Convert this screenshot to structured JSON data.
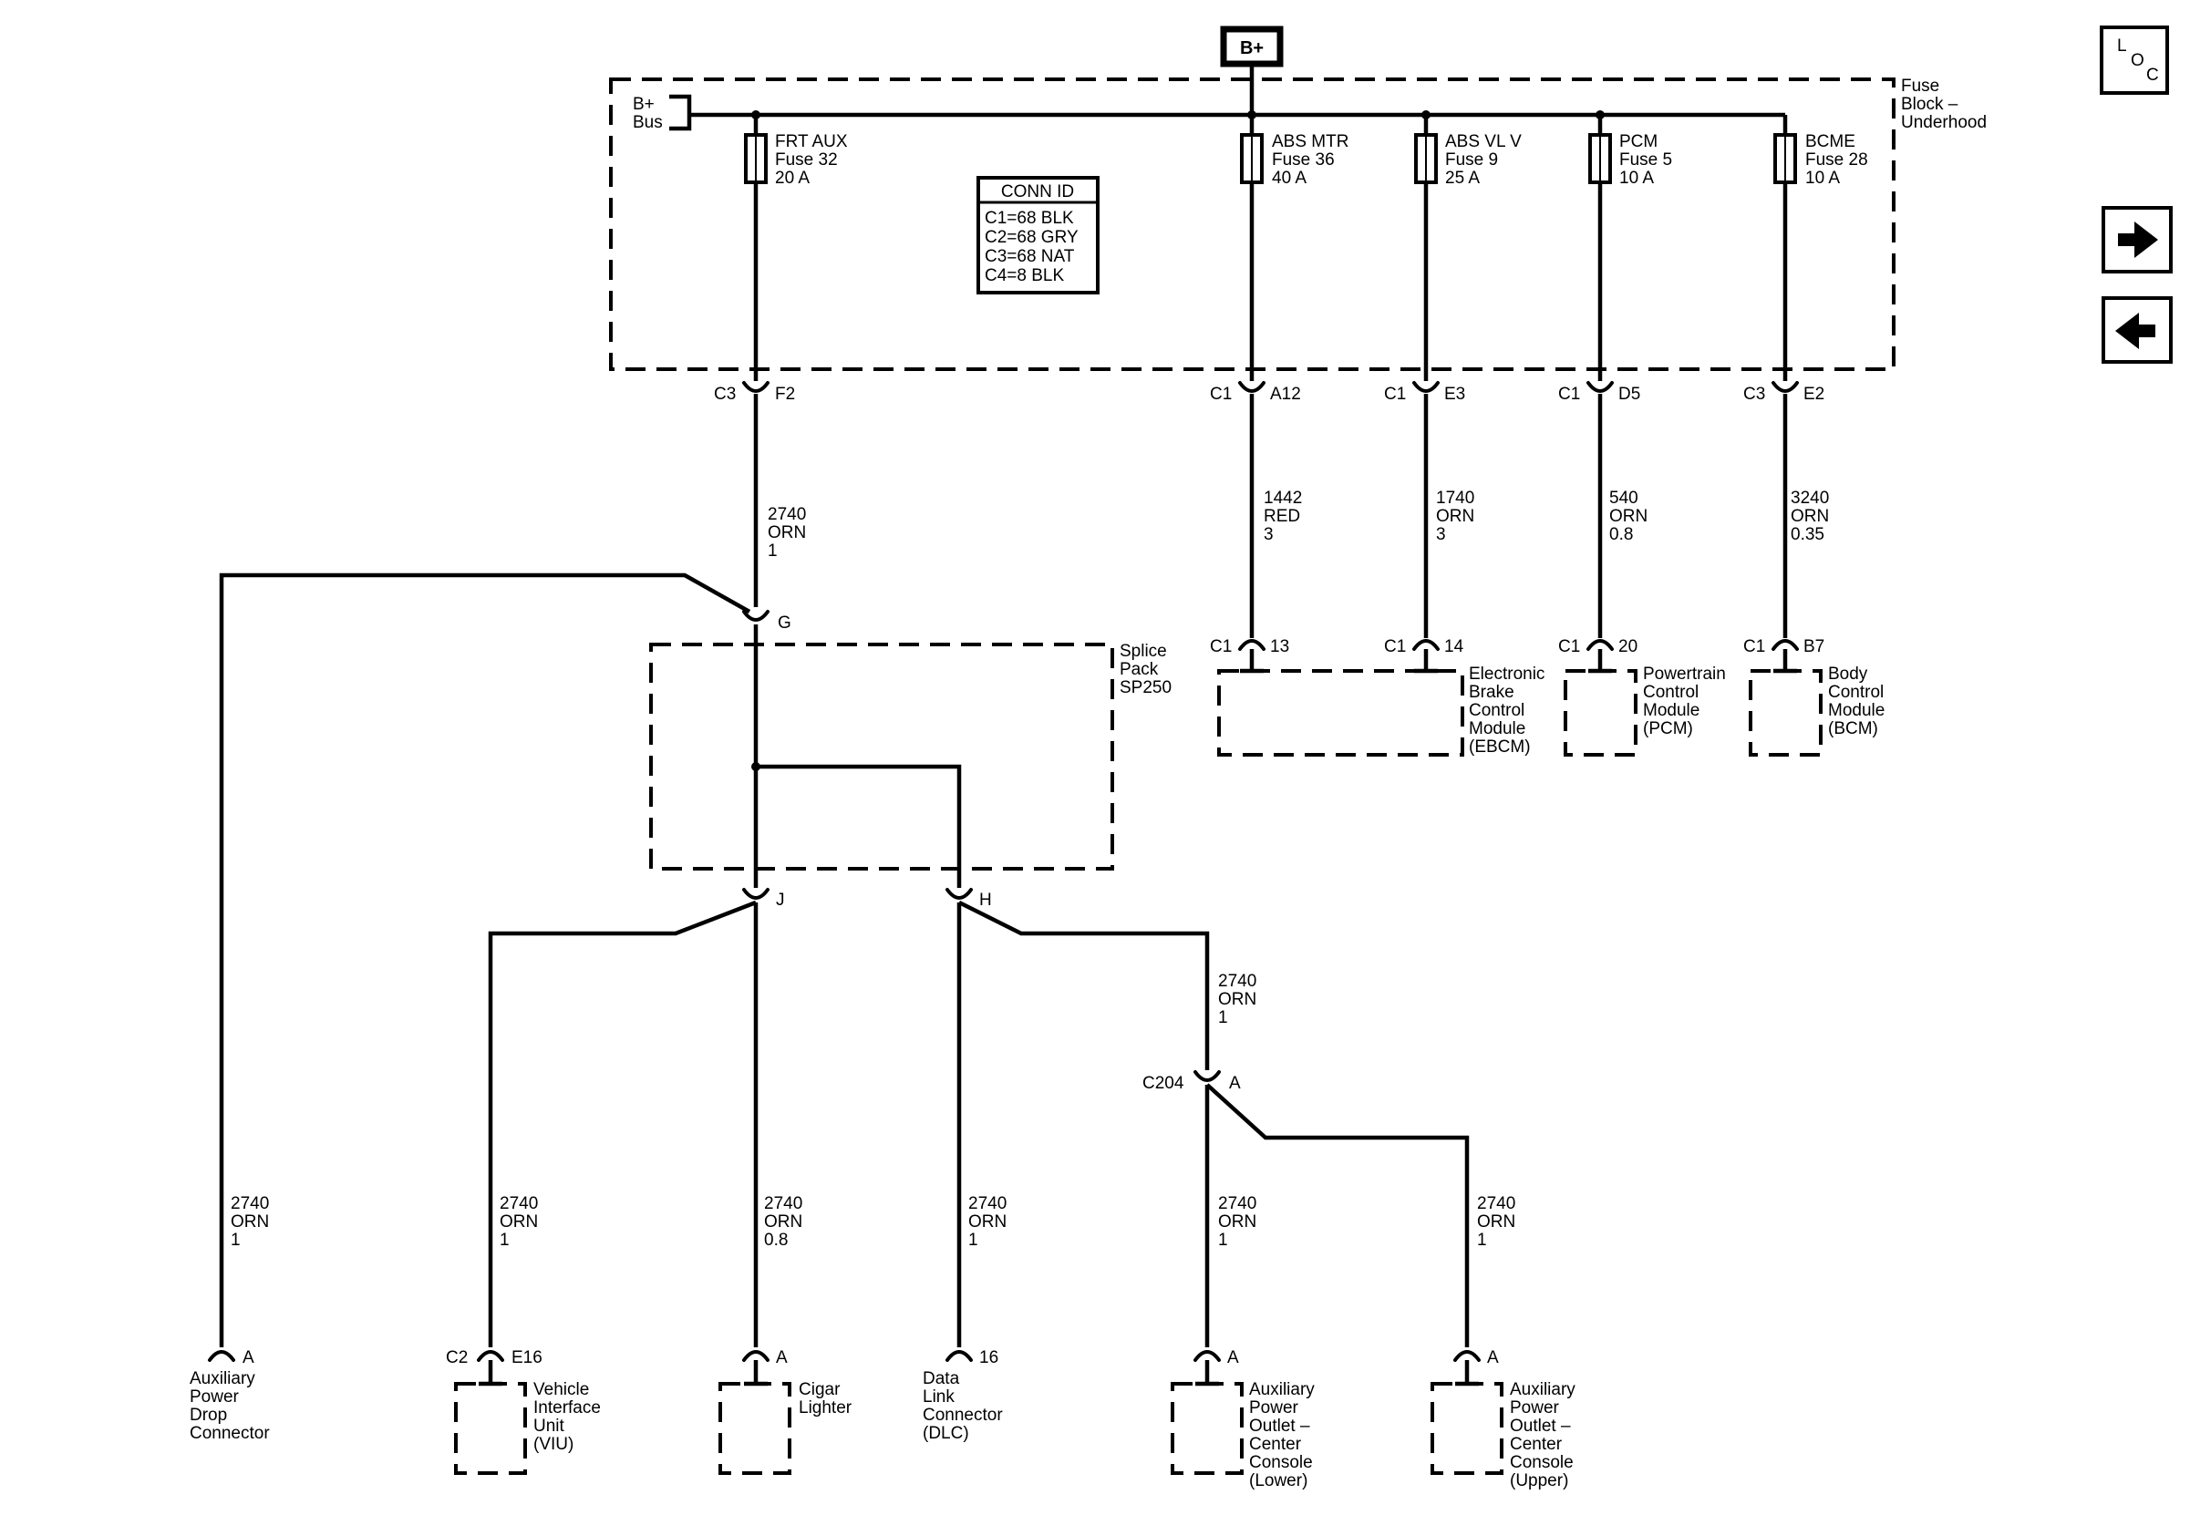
{
  "top_supply": "B+",
  "loc_button": {
    "letters": [
      "L",
      "O",
      "C"
    ]
  },
  "nav": {
    "forward_icon": "arrow-right-icon",
    "back_icon": "arrow-left-icon"
  },
  "fuse_block": {
    "title": [
      "Fuse",
      "Block –",
      "Underhood"
    ],
    "bus": [
      "B+",
      "Bus"
    ],
    "fuses": [
      {
        "lines": [
          "FRT AUX",
          "Fuse 32",
          "20 A"
        ]
      },
      {
        "lines": [
          "ABS MTR",
          "Fuse 36",
          "40 A"
        ]
      },
      {
        "lines": [
          "ABS VL V",
          "Fuse 9",
          "25 A"
        ]
      },
      {
        "lines": [
          "PCM",
          "Fuse 5",
          "10 A"
        ]
      },
      {
        "lines": [
          "BCME",
          "Fuse 28",
          "10 A"
        ]
      }
    ],
    "conn_id": {
      "title": "CONN ID",
      "lines": [
        "C1=68 BLK",
        "C2=68 GRY",
        "C3=68 NAT",
        "C4=8 BLK"
      ]
    },
    "outputs": [
      {
        "conn": "C3",
        "pin": "F2"
      },
      {
        "conn": "C1",
        "pin": "A12"
      },
      {
        "conn": "C1",
        "pin": "E3"
      },
      {
        "conn": "C1",
        "pin": "D5"
      },
      {
        "conn": "C3",
        "pin": "E2"
      }
    ]
  },
  "wires": [
    {
      "lines": [
        "2740",
        "ORN",
        "1"
      ]
    },
    {
      "lines": [
        "1442",
        "RED",
        "3"
      ]
    },
    {
      "lines": [
        "1740",
        "ORN",
        "3"
      ]
    },
    {
      "lines": [
        "540",
        "ORN",
        "0.8"
      ]
    },
    {
      "lines": [
        "3240",
        "ORN",
        "0.35"
      ]
    },
    {
      "lines": [
        "2740",
        "ORN",
        "1"
      ]
    },
    {
      "lines": [
        "2740",
        "ORN",
        "1"
      ]
    },
    {
      "lines": [
        "2740",
        "ORN",
        "1"
      ]
    },
    {
      "lines": [
        "2740",
        "ORN",
        "0.8"
      ]
    },
    {
      "lines": [
        "2740",
        "ORN",
        "1"
      ]
    },
    {
      "lines": [
        "2740",
        "ORN",
        "1"
      ]
    },
    {
      "lines": [
        "2740",
        "ORN",
        "1"
      ]
    }
  ],
  "modules": [
    {
      "conn": "C1",
      "pin": "13",
      "lines": [
        "Electronic",
        "Brake",
        "Control",
        "Module",
        "(EBCM)"
      ]
    },
    {
      "conn": "C1",
      "pin": "14"
    },
    {
      "conn": "C1",
      "pin": "20",
      "lines": [
        "Powertrain",
        "Control",
        "Module",
        "(PCM)"
      ]
    },
    {
      "conn": "C1",
      "pin": "B7",
      "lines": [
        "Body",
        "Control",
        "Module",
        "(BCM)"
      ]
    }
  ],
  "splice": {
    "title": [
      "Splice",
      "Pack",
      "SP250"
    ],
    "pins": {
      "in": "G",
      "out1": "J",
      "out2": "H"
    }
  },
  "c204": {
    "conn": "C204",
    "pin": "A"
  },
  "loads": [
    {
      "pin": "A",
      "lines": [
        "Auxiliary",
        "Power",
        "Drop",
        "Connector"
      ]
    },
    {
      "conn": "C2",
      "pin": "E16",
      "lines": [
        "Vehicle",
        "Interface",
        "Unit",
        "(VIU)"
      ]
    },
    {
      "pin": "A",
      "lines": [
        "Cigar",
        "Lighter"
      ]
    },
    {
      "pin": "16",
      "lines": [
        "Data",
        "Link",
        "Connector",
        "(DLC)"
      ]
    },
    {
      "pin": "A",
      "lines": [
        "Auxiliary",
        "Power",
        "Outlet –",
        "Center",
        "Console",
        "(Lower)"
      ]
    },
    {
      "pin": "A",
      "lines": [
        "Auxiliary",
        "Power",
        "Outlet –",
        "Center",
        "Console",
        "(Upper)"
      ]
    }
  ]
}
